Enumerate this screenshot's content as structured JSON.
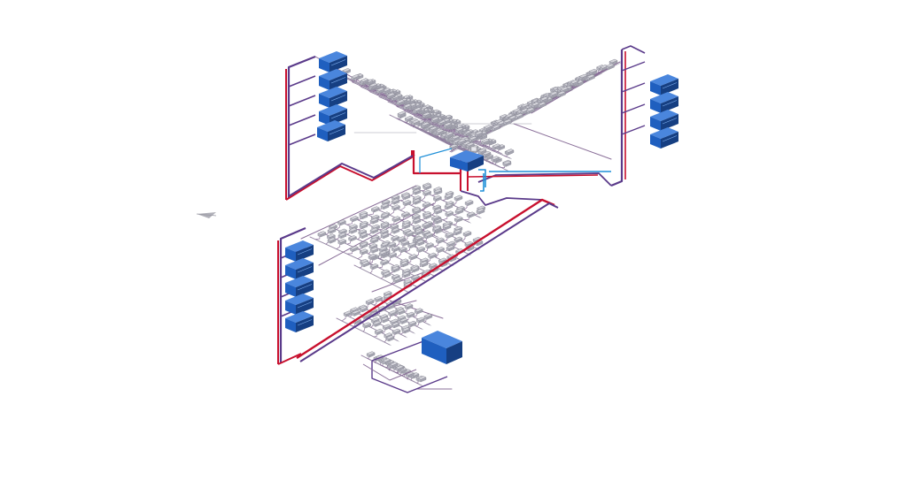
{
  "diagram": {
    "kind": "isometric-hvac-piping-schematic",
    "background": "#ffffff",
    "colors": {
      "supply_pipe": "#c8102e",
      "return_pipe": "#5a3a8a",
      "branch_pipe": "#8a6f99",
      "chilled_pipe": "#1e8fd8",
      "equipment_fill": "#1f5fbf",
      "equipment_dark": "#163f82",
      "equipment_light": "#4a86dd",
      "terminal_unit": "#9a9aa8"
    },
    "equipment_groups": [
      {
        "name": "upper-left-stack",
        "units": 5
      },
      {
        "name": "upper-right-stack",
        "units": 4
      },
      {
        "name": "lower-left-stack",
        "units": 5
      },
      {
        "name": "central-plant",
        "units": 1
      },
      {
        "name": "lower-standalone",
        "units": 1
      }
    ],
    "icons": [
      "north-arrow-icon"
    ]
  }
}
